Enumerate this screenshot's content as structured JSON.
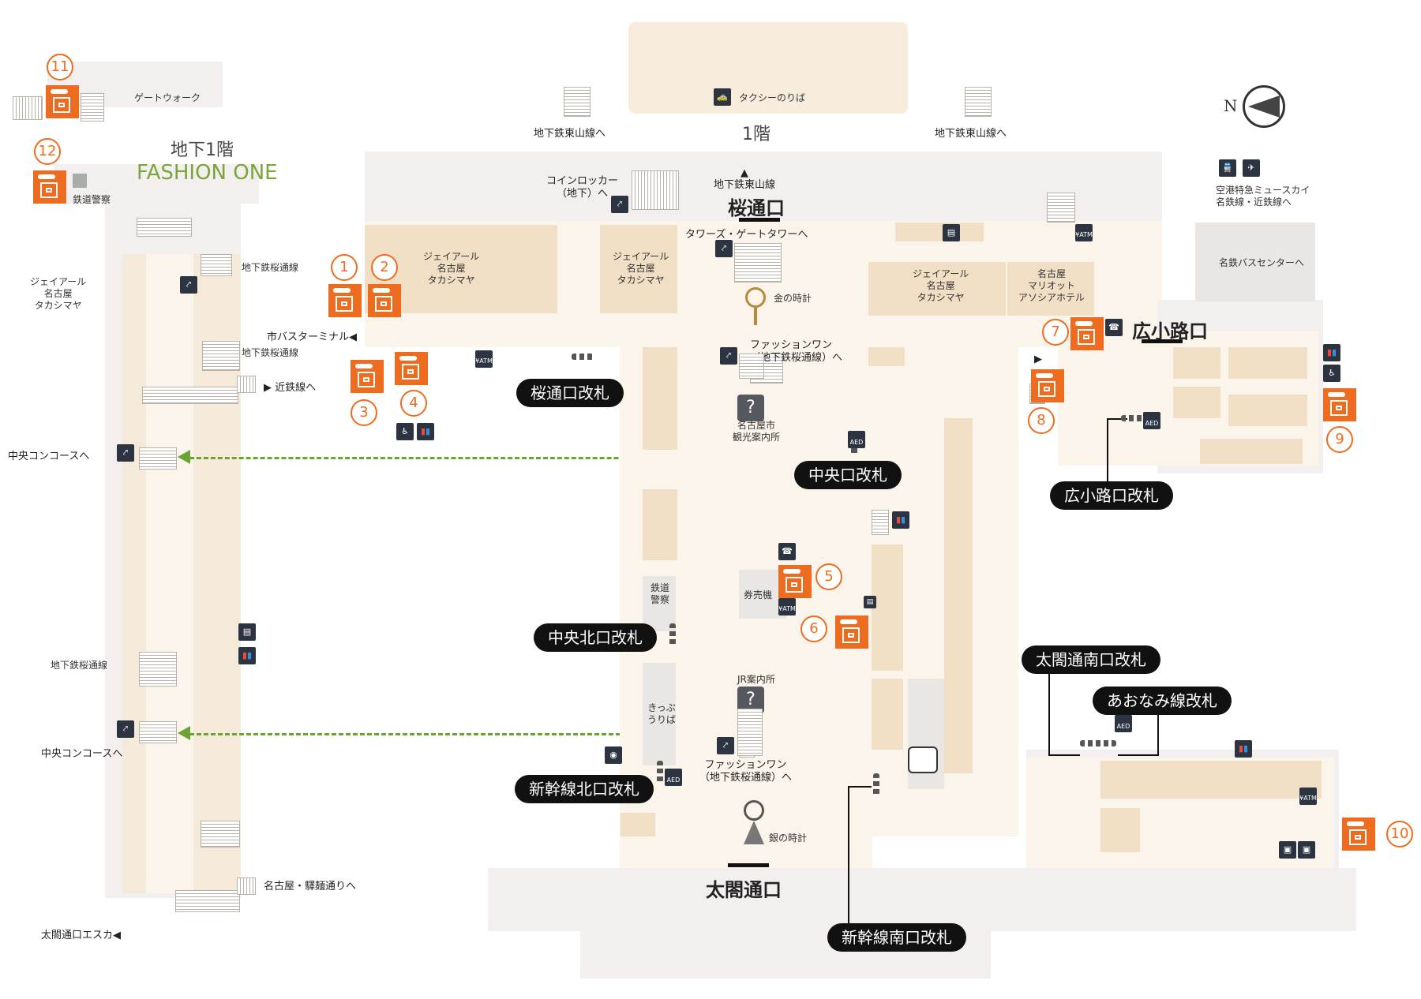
{
  "floor_1": {
    "label": "1階",
    "taxi": "タクシーのりば",
    "subway_higashiyama_left": "地下鉄東山線へ",
    "subway_higashiyama_right": "地下鉄東山線へ",
    "compass": "N"
  },
  "basement": {
    "title": "地下1階",
    "fashion_one": "FASHION ONE",
    "gate_walk": "ゲートウォーク",
    "railway_police": "鉄道警察",
    "jr_takashimaya": "ジェイアール\n名古屋\nタカシマヤ",
    "subway_sakuradori_1": "地下鉄桜通線",
    "subway_sakuradori_2": "地下鉄桜通線",
    "subway_sakuradori_3": "地下鉄桜通線",
    "kintetsu": "▶ 近鉄線へ",
    "central_concourse_1": "中央コンコースへ",
    "central_concourse_2": "中央コンコースへ",
    "meieki_men": "名古屋・驛麺通りへ",
    "taiko_esca": "太閤通口エスカ◀"
  },
  "main": {
    "sakuradori_exit": "桜通口",
    "subway_higashiyama_up": "▲\n地下鉄東山線",
    "coin_locker": "コインロッカー\n（地下）へ",
    "towers": "タワーズ・ゲートタワーへ",
    "gold_clock": "金の時計",
    "silver_clock": "銀の時計",
    "fashion_one_1": "ファッションワン\n（地下鉄桜通線）へ",
    "fashion_one_2": "ファッションワン\n（地下鉄桜通線）へ",
    "tourist_info": "名古屋市\n観光案内所",
    "jr_info": "JR案内所",
    "city_bus": "市バスターミナル◀",
    "jr_takashimaya_1": "ジェイアール\n名古屋\nタカシマヤ",
    "jr_takashimaya_2": "ジェイアール\n名古屋\nタカシマヤ",
    "jr_takashimaya_3": "ジェイアール\n名古屋\nタカシマヤ",
    "marriott": "名古屋\nマリオット\nアソシアホテル",
    "ticket_machine": "券売機",
    "railway_police": "鉄道\n警察",
    "kippu": "きっぷ\nうりば",
    "hirokoji_exit": "広小路口",
    "taiko_exit": "太閤通口",
    "meitetsu_bus": "名鉄バスセンターへ",
    "airport": "空港特急ミュースカイ\n名鉄線・近鉄線へ",
    "arrow8": "▶"
  },
  "gates": {
    "sakuradori": "桜通口改札",
    "chuo": "中央口改札",
    "hirokoji": "広小路口改札",
    "chuo_kita": "中央北口改札",
    "shinkansen_kita": "新幹線北口改札",
    "shinkansen_minami": "新幹線南口改札",
    "taiko_minami": "太閤通南口改札",
    "aonami": "あおなみ線改札"
  },
  "lockers": [
    "1",
    "2",
    "3",
    "4",
    "5",
    "6",
    "7",
    "8",
    "9",
    "10",
    "11",
    "12"
  ],
  "icons": {
    "atm": "ATM",
    "aed": "AED",
    "info": "?",
    "escalator": "escalator-icon",
    "elevator": "elevator-icon",
    "toilet": "toilet-icon",
    "phone": "phone-icon",
    "yen": "¥",
    "accessible": "accessible-icon"
  },
  "colors": {
    "locker": "#ee6c1f",
    "green_route": "#6aa533",
    "gate_bg": "#111111",
    "icon_bg": "#2b3440"
  }
}
